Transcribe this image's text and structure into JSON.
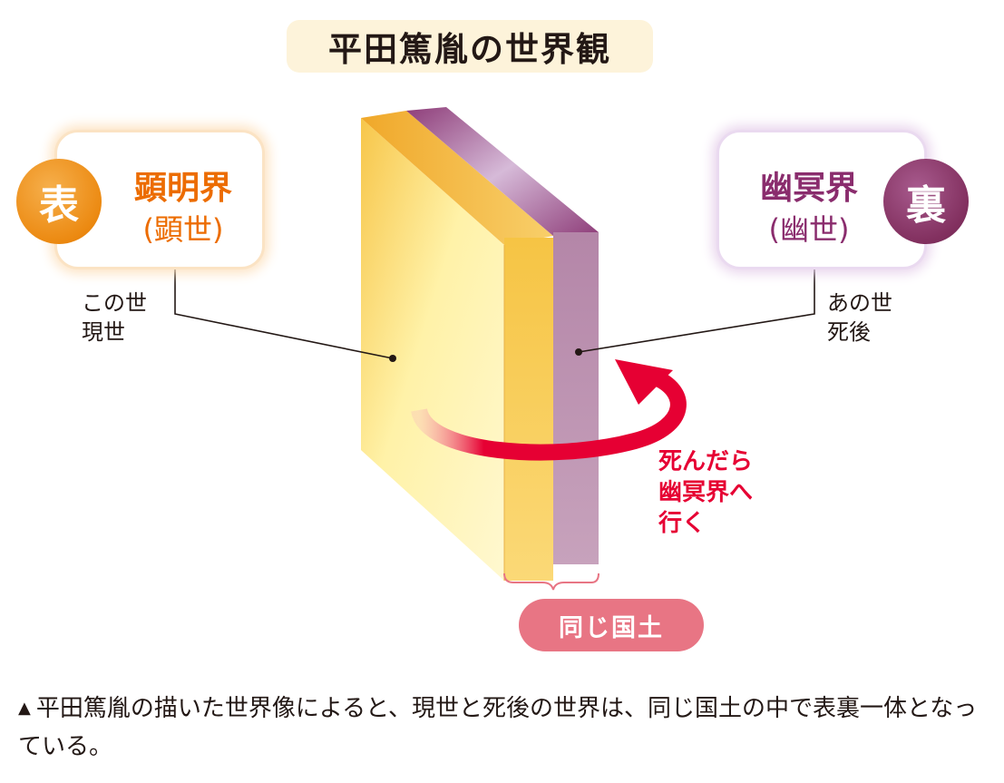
{
  "title": "平田篤胤の世界観",
  "front": {
    "badge": "表",
    "name": "顕明界",
    "alias": "(顕世)",
    "labels": [
      "この世",
      "現世"
    ],
    "color": "#ec6c00"
  },
  "back": {
    "badge": "裏",
    "name": "幽冥界",
    "alias": "(幽世)",
    "labels": [
      "あの世",
      "死後"
    ],
    "color": "#8a2c6d"
  },
  "arrow_text": [
    "死んだら",
    "幽冥界へ",
    "行く"
  ],
  "arrow_color": "#e60033",
  "land_label": "同じ国土",
  "caption": {
    "mark": "▲",
    "text": "平田篤胤の描いた世界像によると、現世と死後の世界は、同じ国土の中で表裏一体となっている。"
  }
}
